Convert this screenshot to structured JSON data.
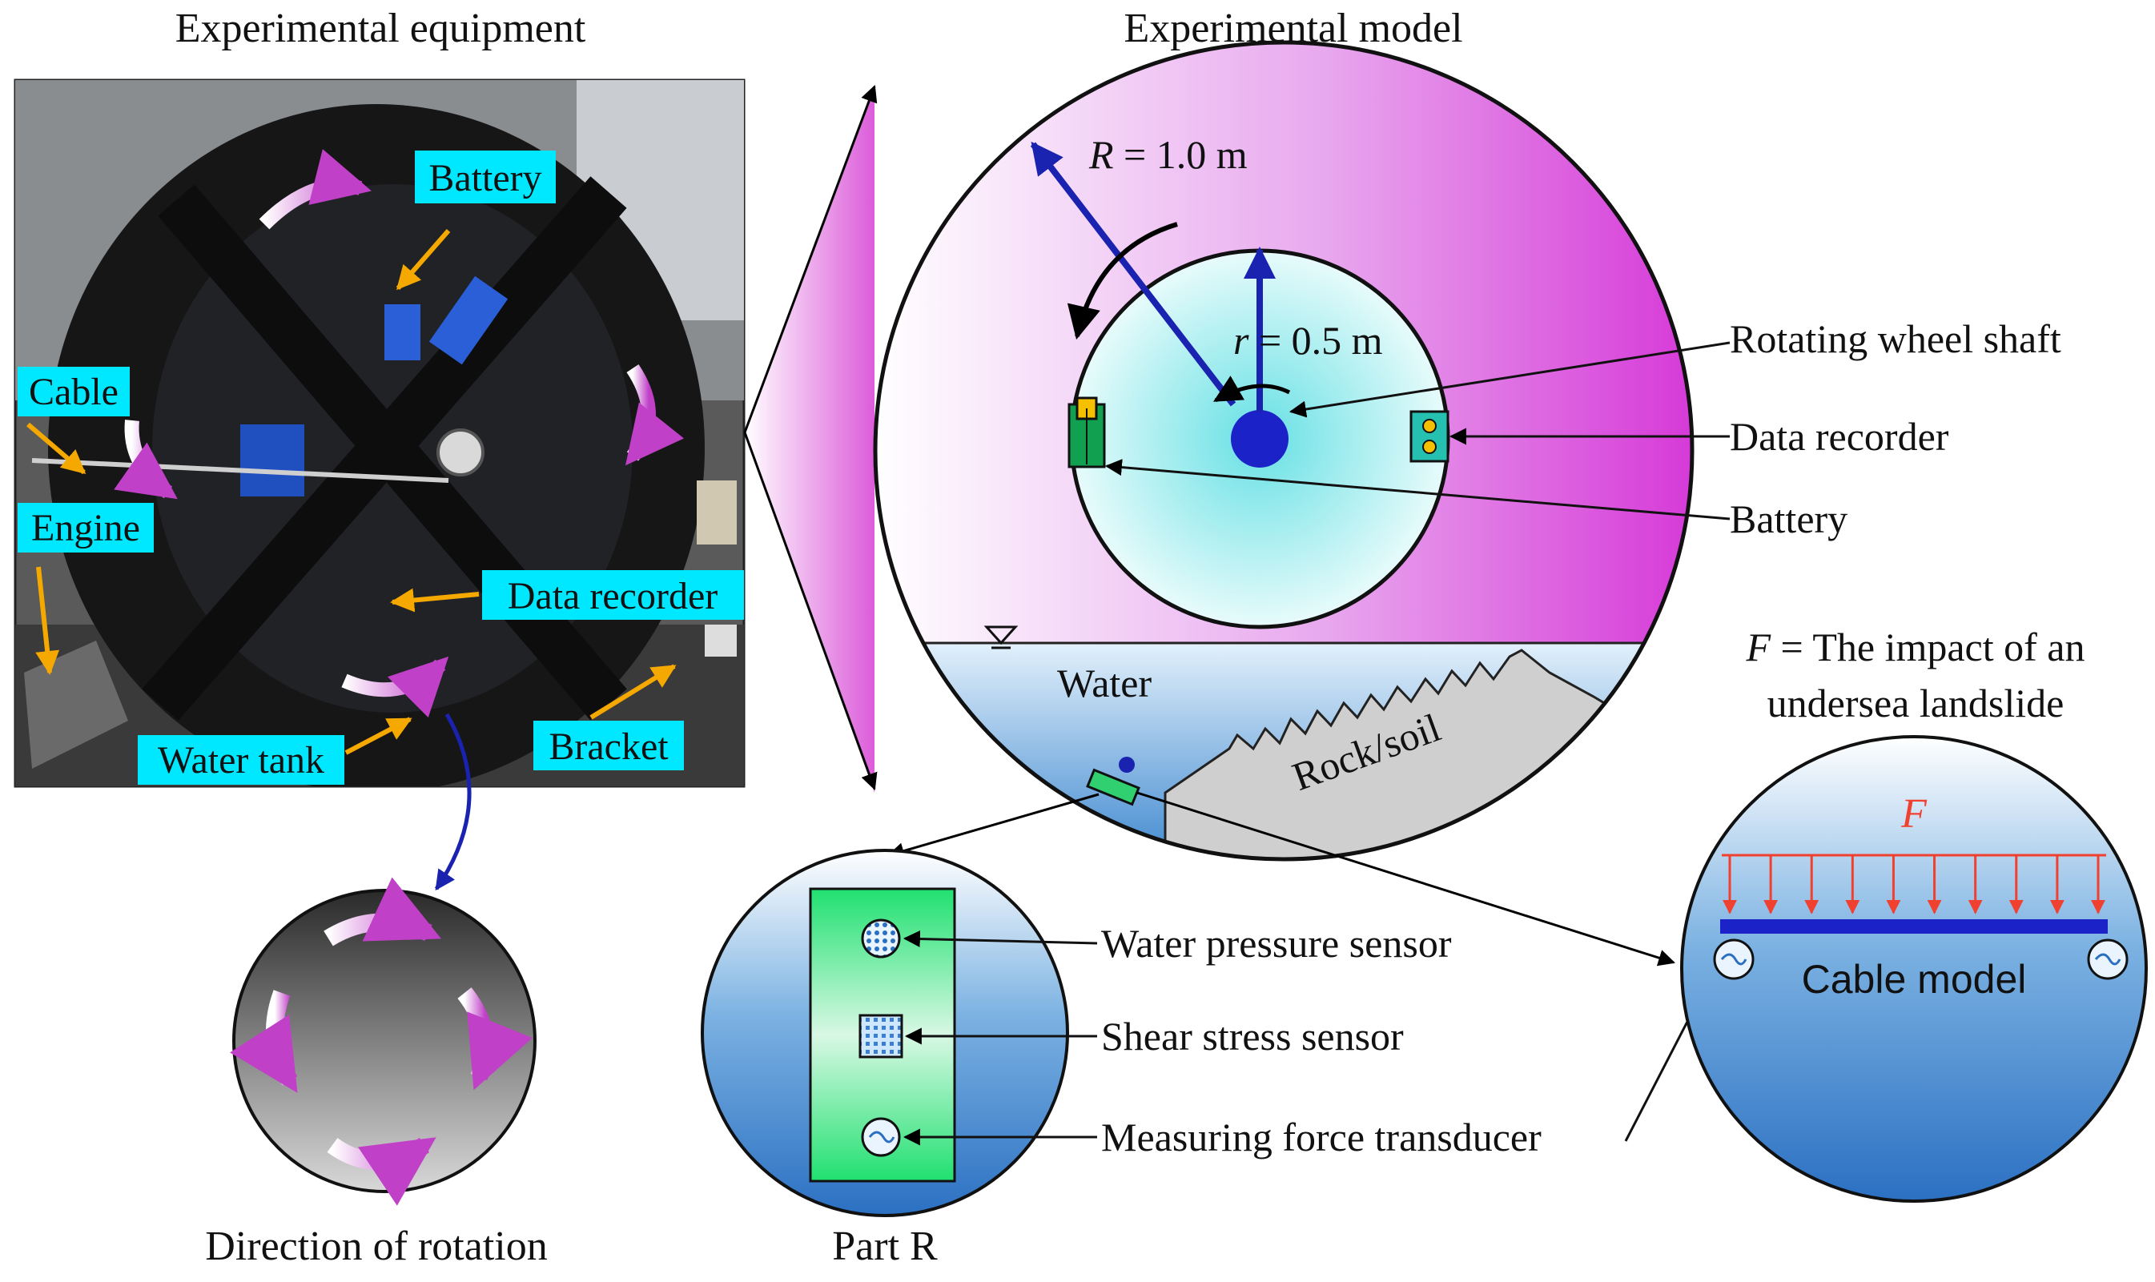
{
  "titles": {
    "equipment": "Experimental equipment",
    "model": "Experimental model",
    "rotation": "Direction of rotation",
    "part_r": "Part R"
  },
  "photo_labels": {
    "battery": "Battery",
    "cable": "Cable",
    "engine": "Engine",
    "data_recorder": "Data recorder",
    "water_tank": "Water tank",
    "bracket": "Bracket"
  },
  "model": {
    "outer_radius_var": "R",
    "outer_radius_value": " = 1.0 m",
    "inner_radius_var": "r",
    "inner_radius_value": " = 0.5 m",
    "water": "Water",
    "rock_soil": "Rock/soil"
  },
  "callouts": {
    "shaft": "Rotating wheel shaft",
    "data_recorder": "Data recorder",
    "battery": "Battery"
  },
  "part_r": {
    "water_pressure": "Water pressure sensor",
    "shear_stress": "Shear stress sensor",
    "force_transducer": "Measuring force transducer"
  },
  "cable_detail": {
    "force_var": "F",
    "force_line1_rest": " = The impact of an",
    "force_line2": "undersea landslide",
    "cable_model": "Cable model"
  },
  "colors": {
    "label_bg": "#00e8ff",
    "orange_arrow": "#f5a800",
    "blue_arrow": "#1a22b0",
    "magenta": "#e040d8",
    "red_force": "#f04030"
  }
}
